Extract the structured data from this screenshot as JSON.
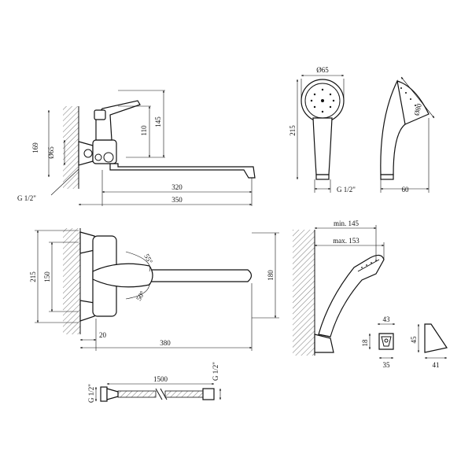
{
  "side_view": {
    "height_total": "169",
    "height_body": "145",
    "height_inlet": "110",
    "eccentric_diameter": "Ø65",
    "thread": "G 1/2\"",
    "spout_length": "320",
    "overall_length": "350"
  },
  "top_view": {
    "width_outer": "215",
    "width_centers": "150",
    "spout_depth": "180",
    "angle_upper": "55°",
    "angle_lower": "50°",
    "offset": "20",
    "reach": "380"
  },
  "shower_front": {
    "head_diameter": "Ø65",
    "length": "215",
    "thread": "G 1/2\""
  },
  "shower_side": {
    "head_diameter": "Ø80",
    "width": "60"
  },
  "wall_holder": {
    "min_reach": "min. 145",
    "max_reach": "max. 153"
  },
  "bracket_front": {
    "width_top": "43",
    "height": "18",
    "width_bottom": "35"
  },
  "bracket_side": {
    "height": "45",
    "depth": "41"
  },
  "hose": {
    "length": "1500",
    "thread_left": "G 1/2\"",
    "thread_right": "G 1/2\""
  }
}
